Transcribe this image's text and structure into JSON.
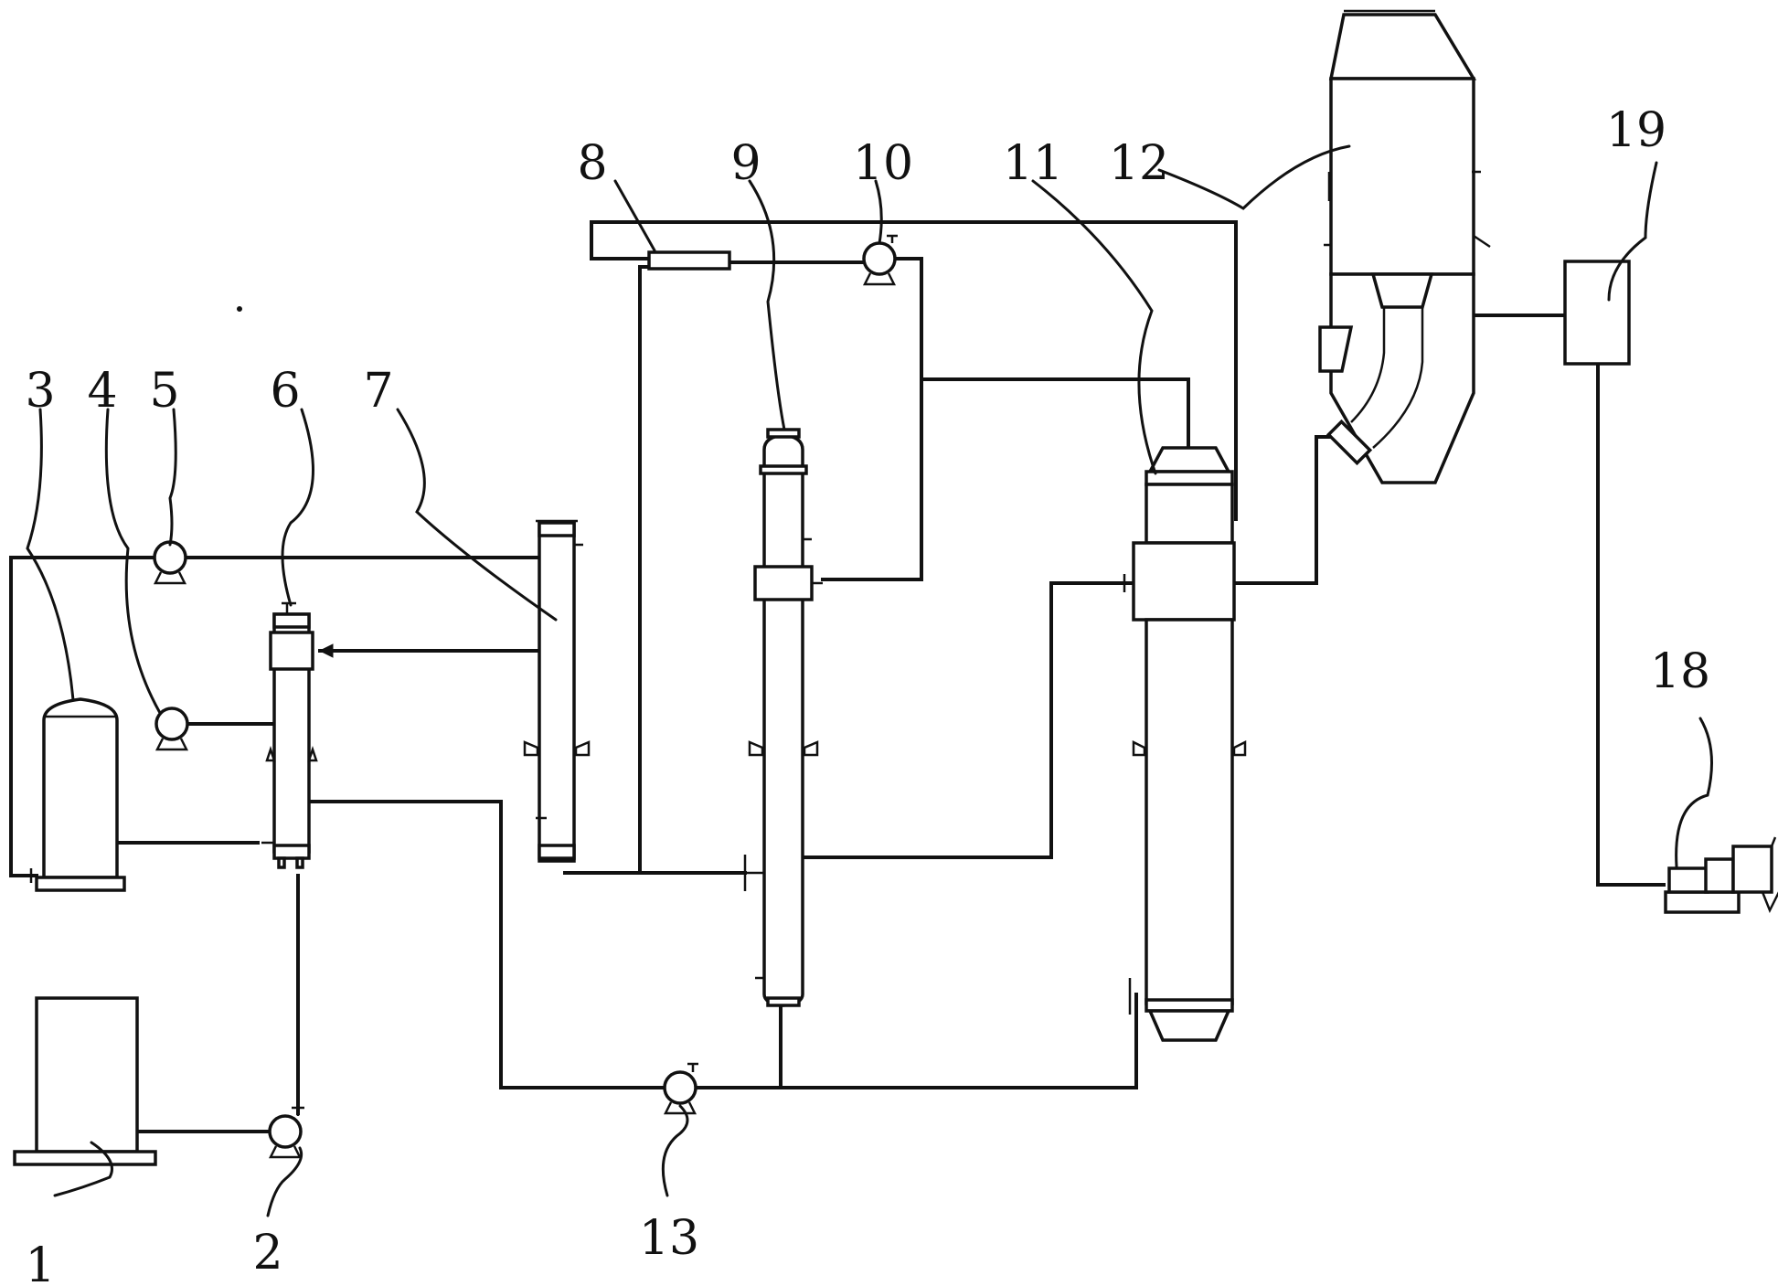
{
  "diagram": {
    "labels": {
      "n1": "1",
      "n2": "2",
      "n3": "3",
      "n4": "4",
      "n5": "5",
      "n6": "6",
      "n7": "7",
      "n8": "8",
      "n9": "9",
      "n10": "10",
      "n11": "11",
      "n12": "12",
      "n13": "13",
      "n18": "18",
      "n19": "19"
    },
    "icons": {
      "pump": "pump-icon",
      "tank": "storage-tank-icon",
      "column": "column-icon",
      "cyclone": "cyclone-separator-icon",
      "fan": "fan-unit-icon"
    },
    "colors": {
      "line": "#111111",
      "background": "#ffffff"
    }
  }
}
